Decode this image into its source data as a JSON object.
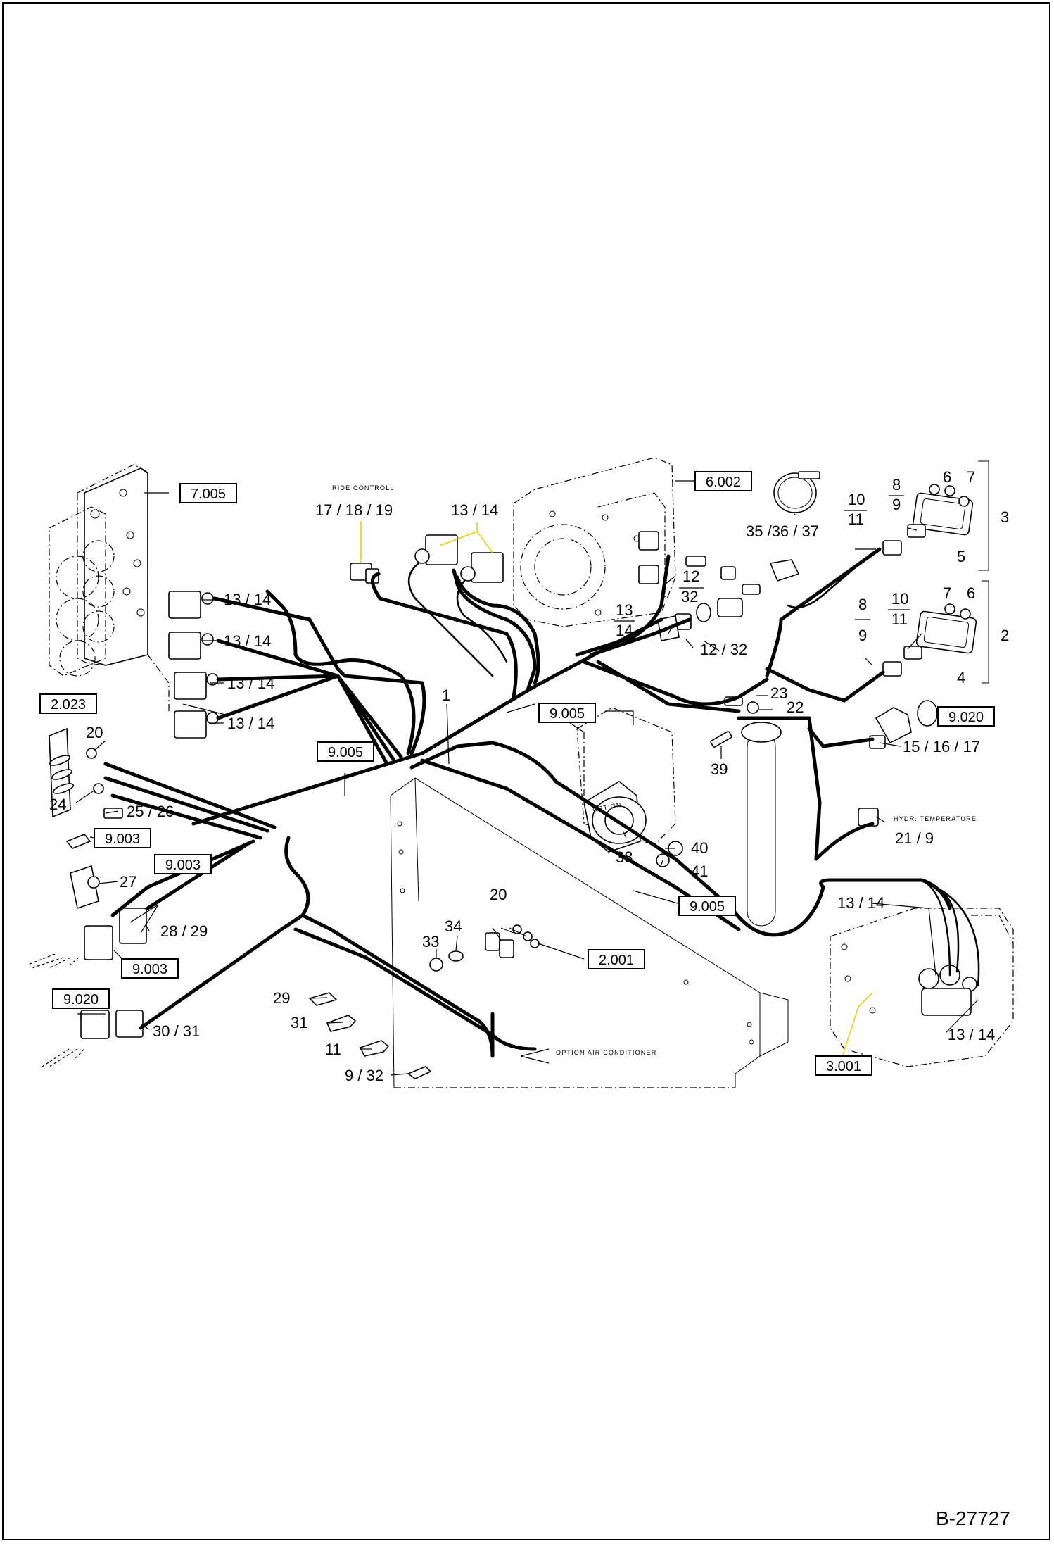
{
  "diagram": {
    "drawing_number": "B-27727",
    "ref_boxes": [
      "7.005",
      "6.002",
      "2.023",
      "9.005",
      "9.005",
      "9.005",
      "9.003",
      "9.003",
      "9.003",
      "9.020",
      "9.020",
      "2.001",
      "3.001"
    ],
    "small_notes": {
      "ride_control": "RIDE CONTROLL",
      "hydr_temperature": "HYDR. TEMPERATURE",
      "option": "OPTION",
      "option_air_conditioner": "OPTION AIR CONDITIONER"
    },
    "labels": {
      "l_17_18_19": "17 / 18 / 19",
      "l_13_14_top": "13 / 14",
      "l_35_36_37": "35 /36 / 37",
      "l_13_14_v1": "13 / 14",
      "l_13_14_v2": "13 / 14",
      "l_13_14_v3": "13 / 14",
      "l_13_14_v4": "13 / 14",
      "l_12": "12",
      "l_32": "32",
      "l_13": "13",
      "l_14": "14",
      "l_12_32": "12 / 32",
      "l_1": "1",
      "l_23": "23",
      "l_22": "22",
      "l_39": "39",
      "l_20_left": "20",
      "l_24": "24",
      "l_25_26": "25 / 26",
      "l_27": "27",
      "l_28_29": "28 / 29",
      "l_30_31": "30 / 31",
      "l_38": "38",
      "l_40": "40",
      "l_41": "41",
      "l_20_mid": "20",
      "l_34": "34",
      "l_33": "33",
      "l_29": "29",
      "l_31": "31",
      "l_11": "11",
      "l_9_32": "9 / 32",
      "l_15_16_17": "15 / 16 / 17",
      "l_21_9": "21 / 9",
      "l_13_14_r1": "13 / 14",
      "l_13_14_r2": "13 / 14",
      "l_8a": "8",
      "l_9a": "9",
      "l_10a": "10",
      "l_11a": "11",
      "l_6a": "6",
      "l_7a": "7",
      "l_5": "5",
      "l_3": "3",
      "l_8b": "8",
      "l_9b": "9",
      "l_10b": "10",
      "l_11b": "11",
      "l_7b": "7",
      "l_6b": "6",
      "l_4": "4",
      "l_2": "2"
    }
  }
}
